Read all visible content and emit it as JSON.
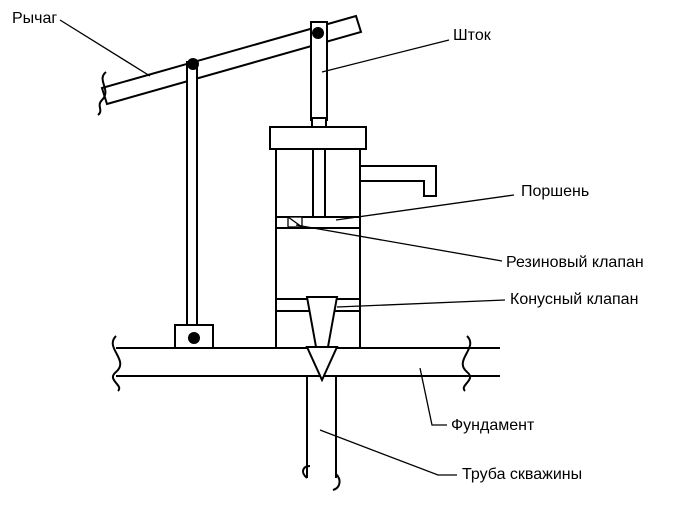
{
  "labels": {
    "lever": "Рычаг",
    "rod": "Шток",
    "piston": "Поршень",
    "rubber_valve": "Резиновый клапан",
    "cone_valve": "Конусный клапан",
    "foundation": "Фундамент",
    "well_pipe": "Труба скважины"
  }
}
